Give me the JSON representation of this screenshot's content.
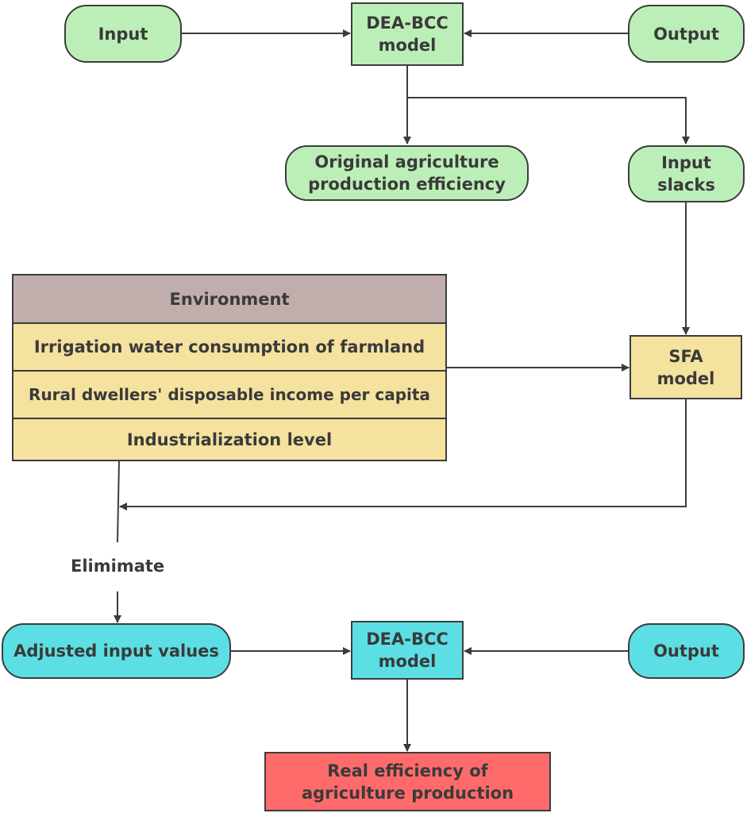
{
  "nodes": {
    "input_top": "Input",
    "dea_bcc_top": "DEA-BCC\nmodel",
    "output_top": "Output",
    "original_efficiency": "Original agriculture\nproduction efficiency",
    "input_slacks": "Input\nslacks",
    "sfa_model": "SFA\nmodel",
    "adjusted_input": "Adjusted input values",
    "dea_bcc_bottom": "DEA-BCC\nmodel",
    "output_bottom": "Output",
    "real_efficiency": "Real efficiency of\nagriculture production"
  },
  "environment": {
    "header": "Environment",
    "rows": [
      "Irrigation water consumption of farmland",
      "Rural dwellers' disposable income per capita",
      "Industrialization level"
    ]
  },
  "labels": {
    "eliminate": "Elimimate"
  },
  "colors": {
    "green": "#bcefb7",
    "cyan": "#5cdfe4",
    "yellow": "#f5e29f",
    "red": "#ff6b6b",
    "environment_header": "#c1aeac"
  }
}
